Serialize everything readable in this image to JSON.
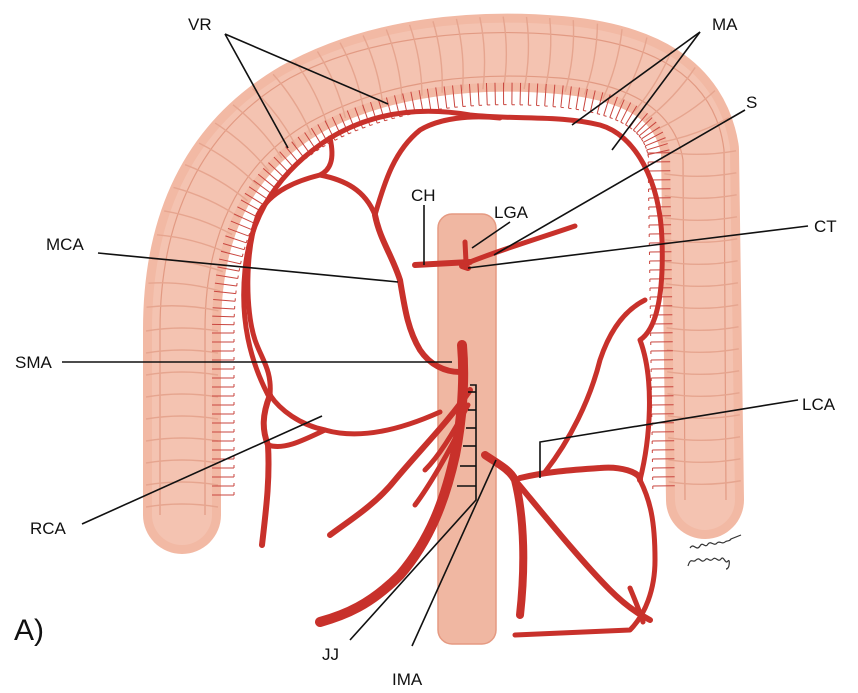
{
  "figure": {
    "panel_label": "A)",
    "labels": {
      "vr": "VR",
      "ma": "MA",
      "s": "S",
      "ch": "CH",
      "lga": "LGA",
      "ct": "CT",
      "mca": "MCA",
      "sma": "SMA",
      "lca": "LCA",
      "rca": "RCA",
      "jj": "JJ",
      "ima": "IMA"
    },
    "signature": "signature"
  },
  "colors": {
    "colon": "#f2b9a4",
    "artery": "#c8312b",
    "aorta": "#f0b7a2",
    "leader": "#111111"
  }
}
